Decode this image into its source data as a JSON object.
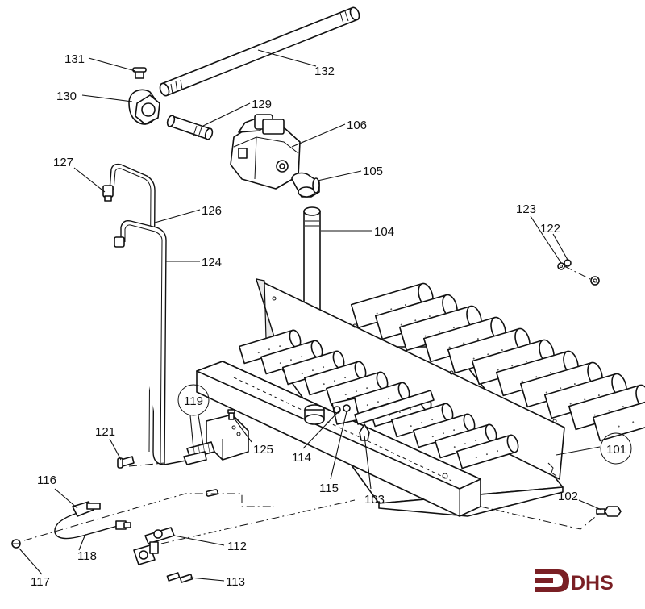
{
  "diagram": {
    "callouts": [
      {
        "id": "131",
        "label": "131"
      },
      {
        "id": "132",
        "label": "132"
      },
      {
        "id": "130",
        "label": "130"
      },
      {
        "id": "129",
        "label": "129"
      },
      {
        "id": "106",
        "label": "106"
      },
      {
        "id": "105",
        "label": "105"
      },
      {
        "id": "127",
        "label": "127"
      },
      {
        "id": "126",
        "label": "126"
      },
      {
        "id": "104",
        "label": "104"
      },
      {
        "id": "123",
        "label": "123"
      },
      {
        "id": "122",
        "label": "122"
      },
      {
        "id": "124",
        "label": "124"
      },
      {
        "id": "119",
        "label": "119"
      },
      {
        "id": "121",
        "label": "121"
      },
      {
        "id": "125",
        "label": "125"
      },
      {
        "id": "114",
        "label": "114"
      },
      {
        "id": "115",
        "label": "115"
      },
      {
        "id": "103",
        "label": "103"
      },
      {
        "id": "101",
        "label": "101"
      },
      {
        "id": "116",
        "label": "116"
      },
      {
        "id": "102",
        "label": "102"
      },
      {
        "id": "112",
        "label": "112"
      },
      {
        "id": "118",
        "label": "118"
      },
      {
        "id": "117",
        "label": "117"
      },
      {
        "id": "113",
        "label": "113"
      }
    ],
    "circled": [
      "119",
      "101"
    ],
    "logo_text": "DHS",
    "logo_color": "#7a1f24",
    "line_color": "#111111"
  }
}
